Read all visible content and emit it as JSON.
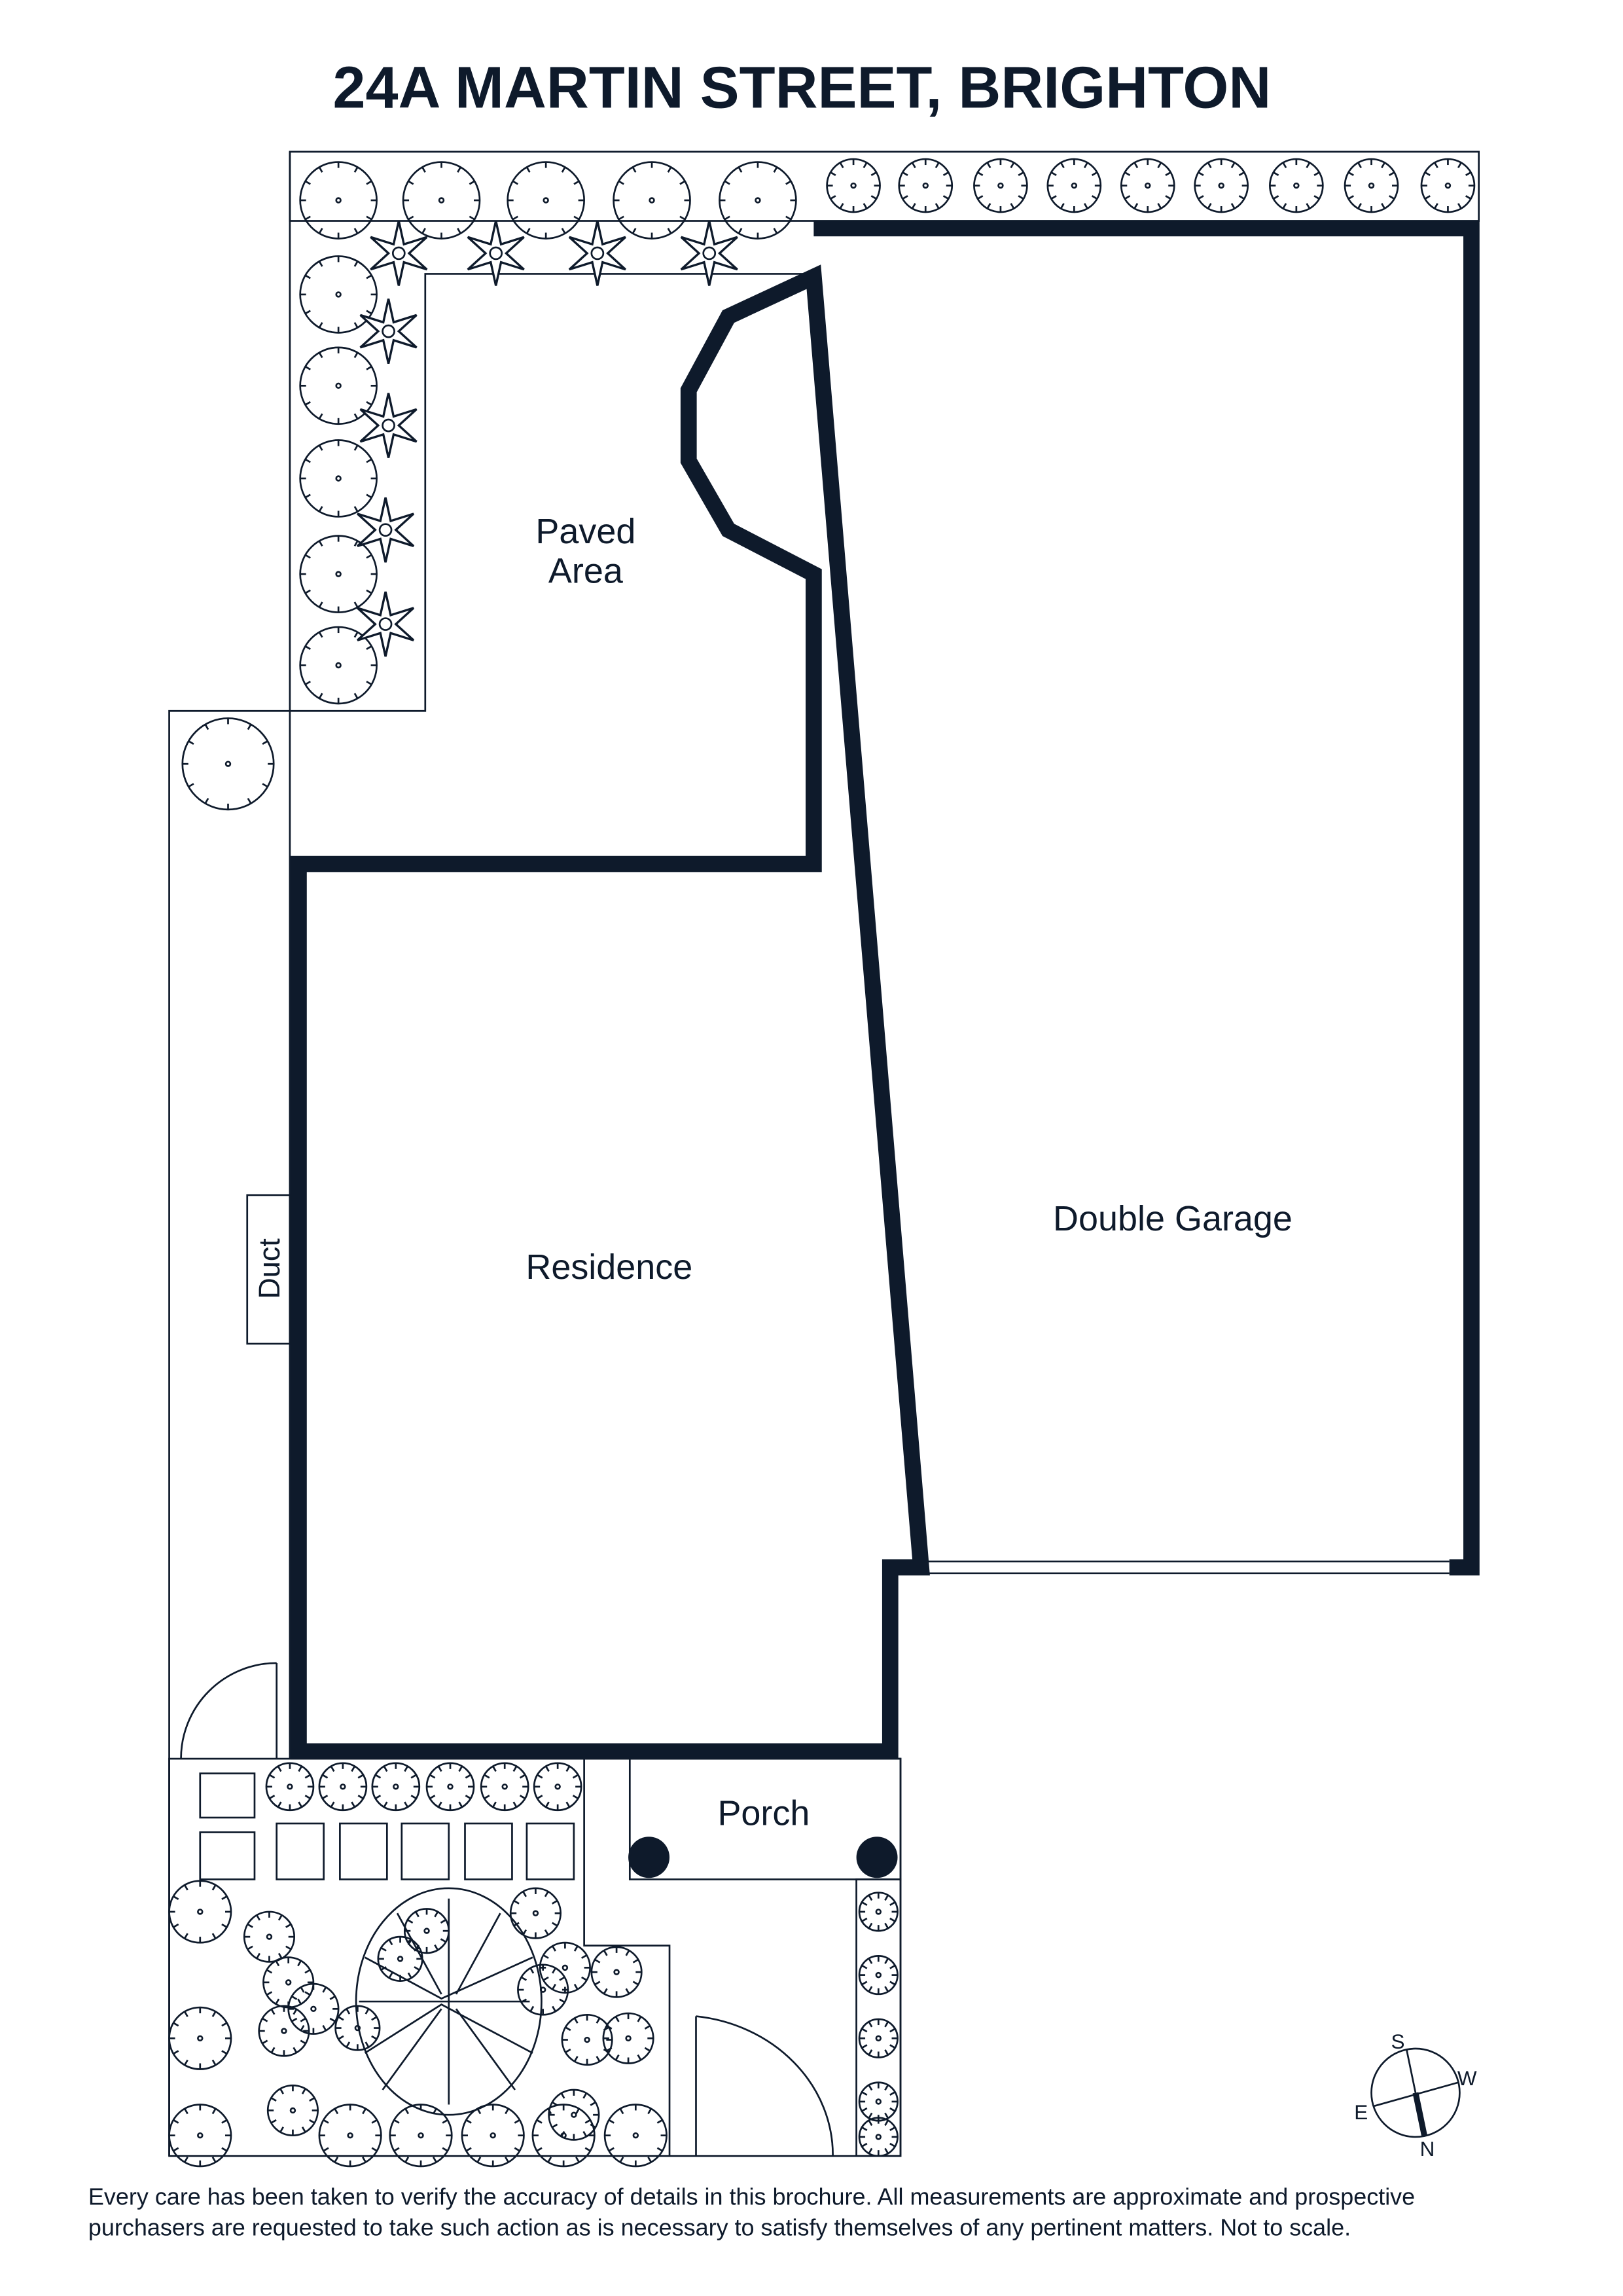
{
  "title": "24A MARTIN STREET, BRIGHTON",
  "rooms": {
    "paved_area_line1": "Paved",
    "paved_area_line2": "Area",
    "residence": "Residence",
    "double_garage": "Double Garage",
    "porch": "Porch",
    "duct": "Duct"
  },
  "compass": {
    "s": "S",
    "w": "W",
    "e": "E",
    "n": "N"
  },
  "disclaimer": {
    "line1": "Every care has been taken to verify the accuracy of details in this brochure. All measurements are approximate and prospective",
    "line2": "purchasers are requested to take such action as is necessary to satisfy themselves of any pertinent matters. Not to scale."
  },
  "colors": {
    "ink": "#0e1a2b",
    "background": "#ffffff"
  }
}
